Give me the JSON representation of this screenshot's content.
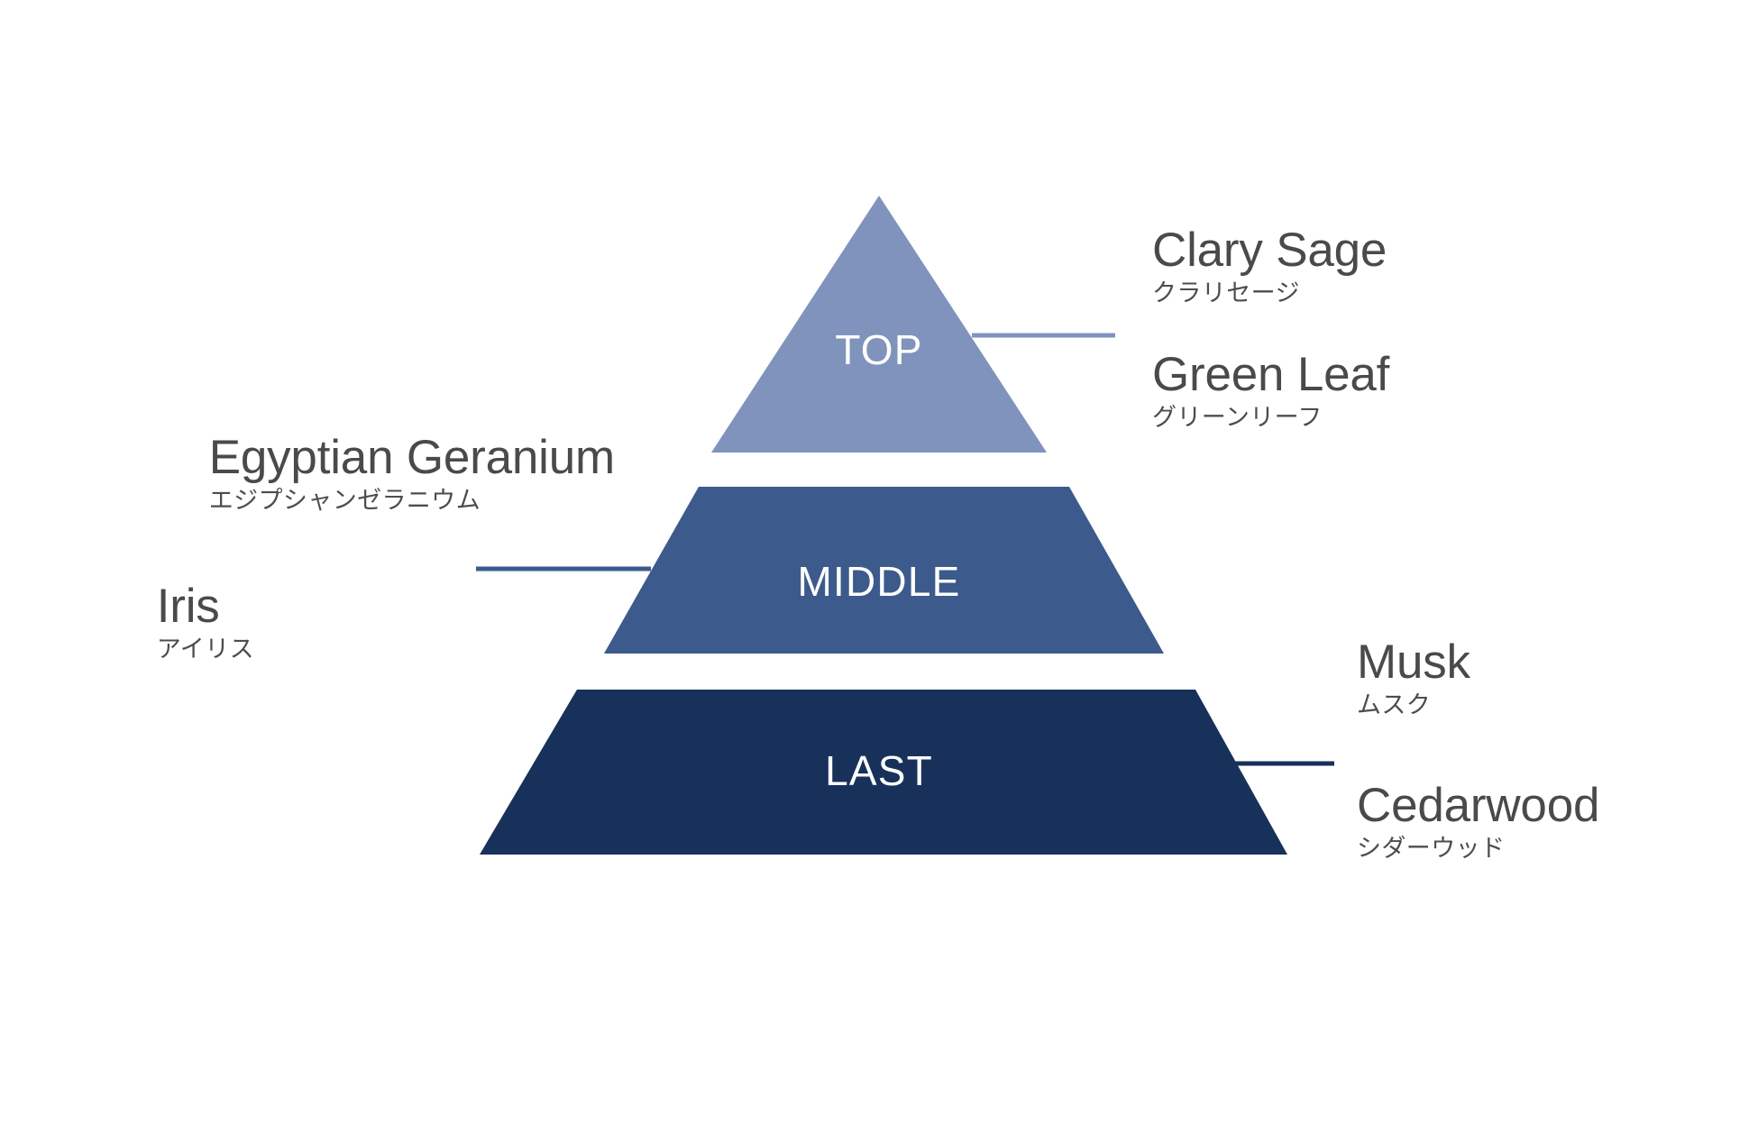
{
  "diagram": {
    "type": "fragrance-pyramid",
    "background_color": "#ffffff",
    "tiers": [
      {
        "id": "top",
        "caption": "TOP",
        "color": "#7f93bc",
        "notes": [
          "clary_sage",
          "green_leaf"
        ]
      },
      {
        "id": "middle",
        "caption": "MIDDLE",
        "color": "#3c5a8c",
        "notes": [
          "egyptian_geranium",
          "iris"
        ]
      },
      {
        "id": "last",
        "caption": "LAST",
        "color": "#17315a",
        "notes": [
          "musk",
          "cedarwood"
        ]
      }
    ],
    "notes": {
      "clary_sage": {
        "en": "Clary Sage",
        "ja": "クラリセージ"
      },
      "green_leaf": {
        "en": "Green Leaf",
        "ja": "グリーンリーフ"
      },
      "egyptian_geranium": {
        "en": "Egyptian Geranium",
        "ja": "エジプシャンゼラニウム"
      },
      "iris": {
        "en": "Iris",
        "ja": "アイリス"
      },
      "musk": {
        "en": "Musk",
        "ja": "ムスク"
      },
      "cedarwood": {
        "en": "Cedarwood",
        "ja": "シダーウッド"
      }
    },
    "label_text_color": "#4a4a4a",
    "caption_text_color": "#ffffff",
    "connectors": [
      {
        "id": "top-connector",
        "color": "#7f93bc"
      },
      {
        "id": "middle-connector",
        "color": "#3c5a8c"
      },
      {
        "id": "last-connector",
        "color": "#17315a"
      }
    ]
  }
}
